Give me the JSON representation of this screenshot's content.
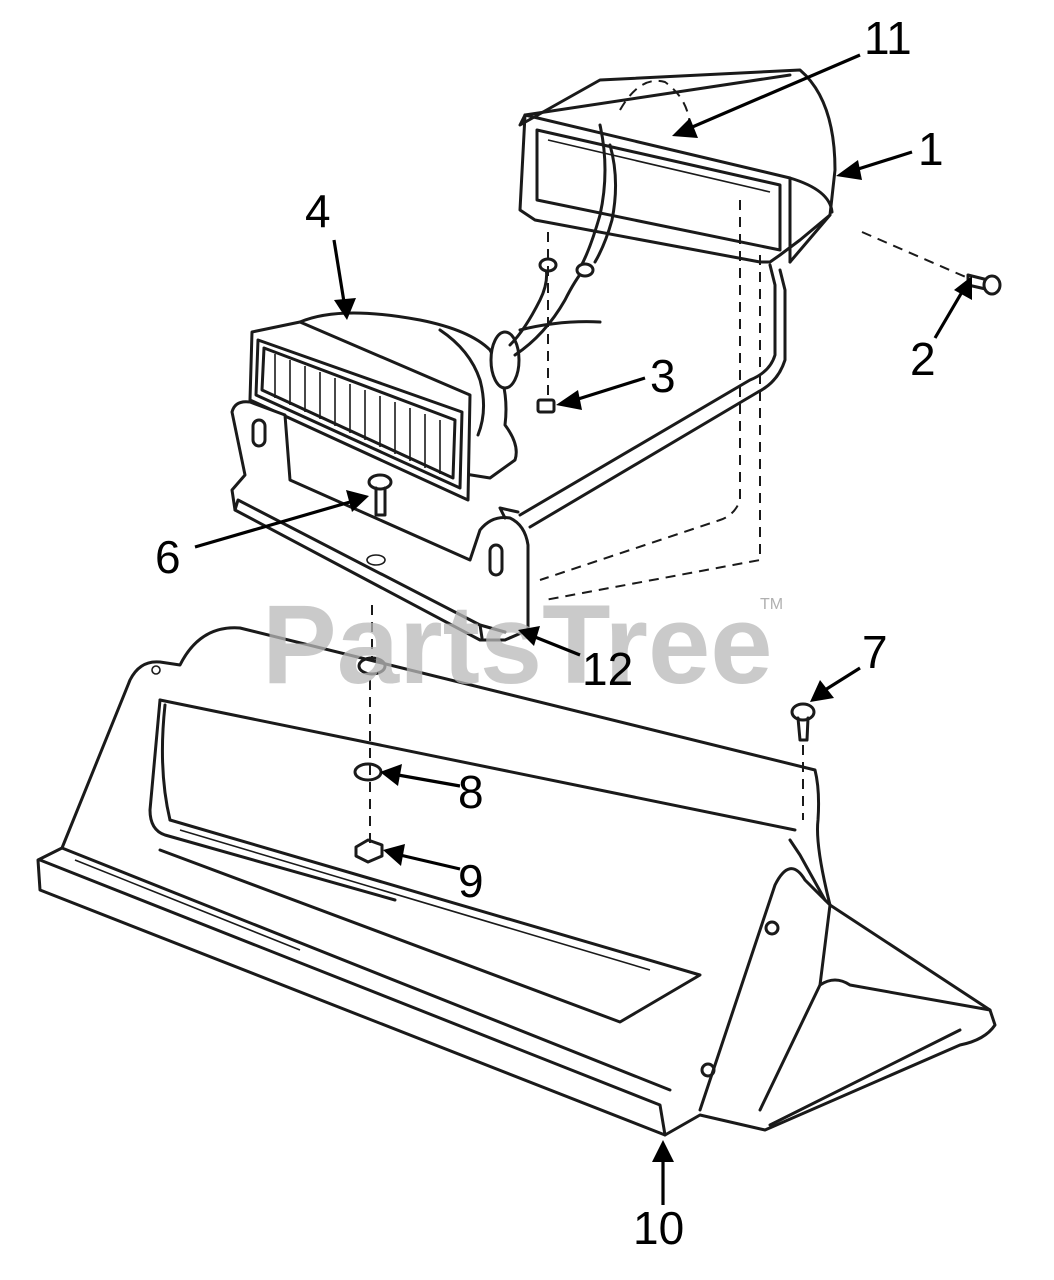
{
  "watermark": {
    "text": "PartsTree",
    "trademark": "TM"
  },
  "callouts": {
    "c1": "1",
    "c2": "2",
    "c3": "3",
    "c4": "4",
    "c6": "6",
    "c7": "7",
    "c8": "8",
    "c9": "9",
    "c10": "10",
    "c11": "11",
    "c12": "12"
  },
  "colors": {
    "line": "#1a1a1a",
    "watermark": "#b9b9b9",
    "background": "#ffffff"
  }
}
